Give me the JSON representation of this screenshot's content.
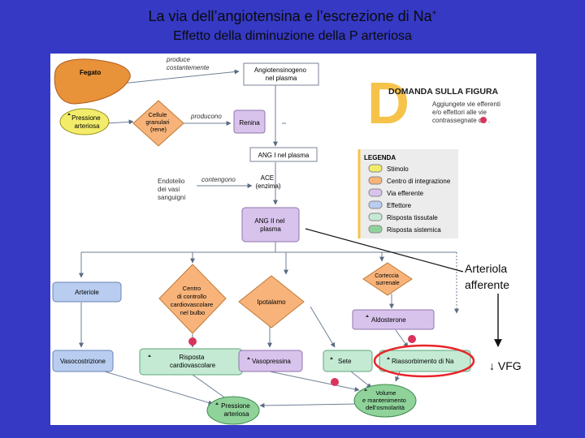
{
  "header": {
    "title": "La via dell’angiotensina e l’escrezione di Na",
    "title_sup": "+",
    "subtitle": "Effetto della diminuzione della P arteriosa"
  },
  "figure": {
    "letter": "D",
    "question_title": "DOMANDA SULLA FIGURA",
    "question_lines": [
      "Aggiungete vie efferenti",
      "e/o effettori alle vie",
      "contrassegnate da"
    ],
    "question_end": ".",
    "nodes": {
      "fegato": "Fegato",
      "produce": [
        "produce",
        "costantemente"
      ],
      "angiotensinogeno": [
        "Angiotensinogeno",
        "nel plasma"
      ],
      "pressione": [
        "Pressione",
        "arteriosa"
      ],
      "cellule": [
        "Cellule",
        "granulari",
        "(rene)"
      ],
      "producono": "producono",
      "renina": "Renina",
      "ang1": "ANG I nel plasma",
      "endotelio": [
        "Endotelio",
        "dei vasi",
        "sanguigni"
      ],
      "contengono": "contengono",
      "ace": [
        "ACE",
        "(enzima)"
      ],
      "ang2": [
        "ANG II nel",
        "plasma"
      ],
      "arteriole": "Arteriole",
      "centro": [
        "Centro",
        "di controllo",
        "cardiovascolare",
        "nel bulbo"
      ],
      "ipotalamo": "Ipotalamo",
      "corteccia": [
        "Corteccia",
        "surrenale"
      ],
      "aldosterone": "Aldosterone",
      "vasocostrizione": "Vasocostrizione",
      "risposta_cv": [
        "Risposta",
        "cardiovascolare"
      ],
      "vasopressina": "Vasopressina",
      "sete": "Sete",
      "riassorbimento": "Riassorbimento di Na",
      "volume": [
        "Volume",
        "e mantenimento",
        "dell’osmolarità"
      ],
      "pressione_out": [
        "Pressione",
        "arteriosa"
      ]
    },
    "legend": {
      "title": "LEGENDA",
      "items": [
        {
          "label": "Stimolo",
          "color": "#f2ec6a"
        },
        {
          "label": "Centro di integrazione",
          "color": "#f7b37a"
        },
        {
          "label": "Via efferente",
          "color": "#d8c3ec"
        },
        {
          "label": "Effettore",
          "color": "#b9cdf0"
        },
        {
          "label": "Risposta tissutale",
          "color": "#c4ead3"
        },
        {
          "label": "Risposta sistemica",
          "color": "#8fd39a"
        }
      ]
    }
  },
  "annotations": {
    "arteriola": [
      "Arteriola",
      "afferente"
    ],
    "vfg": "↓ VFG"
  },
  "colors": {
    "background": "#3539c4",
    "stimulus": "#f2ec6a",
    "integration": "#f7b37a",
    "efferent": "#d8c3ec",
    "effector": "#b9cdf0",
    "tissue": "#c4ead3",
    "systemic": "#8fd39a",
    "highlight": "#e8242a",
    "marker": "#d9345c"
  }
}
